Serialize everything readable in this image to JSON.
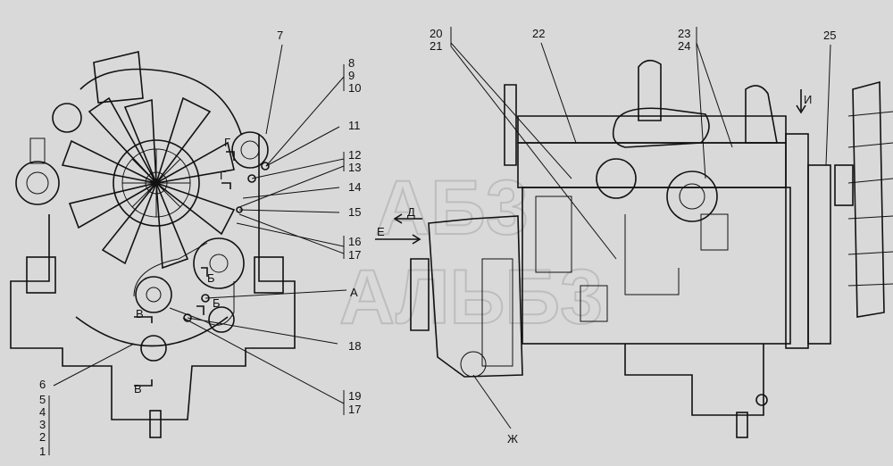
{
  "colors": {
    "background": "#d9d9d9",
    "line": "#111111",
    "watermark": "#bdbdbd"
  },
  "watermark": {
    "line1": "АБ3",
    "line2": "АЛЬБ3"
  },
  "labels": {
    "l1": "1",
    "l2": "2",
    "l3": "3",
    "l4": "4",
    "l5": "5",
    "l6": "6",
    "l7": "7",
    "l8": "8",
    "l9": "9",
    "l10": "10",
    "l11": "11",
    "l12": "12",
    "l13": "13",
    "l14": "14",
    "l15": "15",
    "l16": "16",
    "l17a": "17",
    "l17b": "17",
    "l18": "18",
    "l19": "19",
    "l20": "20",
    "l21": "21",
    "l22": "22",
    "l23": "23",
    "l24": "24",
    "l25": "25",
    "lA": "А",
    "lB1": "Б",
    "lB2": "Б",
    "lV1": "В",
    "lV2": "В",
    "lG1": "Г",
    "lG2": "Г",
    "lD": "Д",
    "lE": "Е",
    "lZh": "Ж",
    "lI": "И"
  }
}
